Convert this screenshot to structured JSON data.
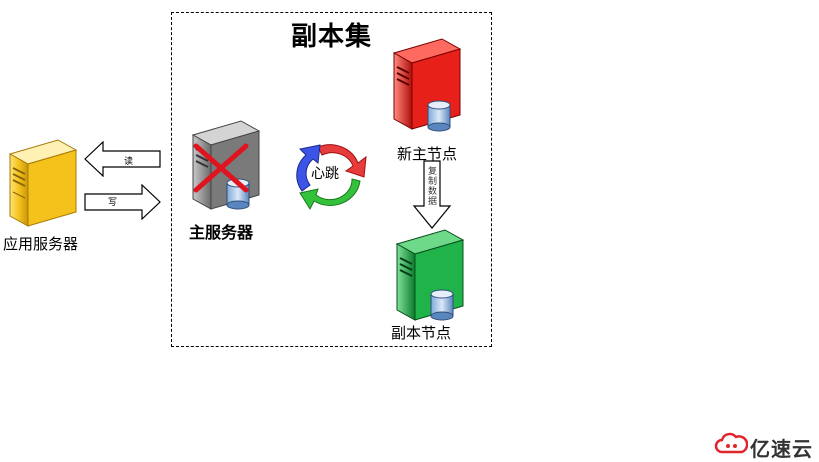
{
  "diagram": {
    "title": "副本集",
    "app_server_label": "应用服务器",
    "primary_server_label": "主服务器",
    "new_primary_label": "新主节点",
    "secondary_label": "副本节点",
    "read_label": "读",
    "write_label": "写",
    "heartbeat_label": "心跳",
    "replicate_label": "复制数据"
  },
  "colors": {
    "app_server": "#f5c21b",
    "primary_server": "#808080",
    "new_primary": "#e8201a",
    "secondary": "#1fb34a",
    "failure_x": "#e0141e",
    "heartbeat_red": "#e63c3c",
    "heartbeat_blue": "#3c55e6",
    "heartbeat_green": "#34c23c"
  },
  "icons": {
    "app_server": "server-icon",
    "primary_server": "server-with-database-icon",
    "failure": "x-mark-icon",
    "heartbeat": "cycle-arrows-icon",
    "replicate": "arrow-down-icon"
  },
  "watermark": {
    "logo_text": "亿速云"
  }
}
